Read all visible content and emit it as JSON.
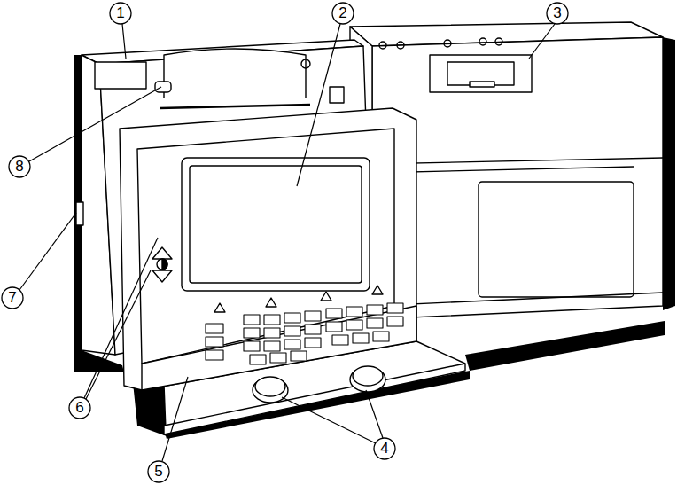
{
  "diagram": {
    "labels": [
      "1",
      "2",
      "3",
      "8",
      "7",
      "6",
      "4",
      "5"
    ]
  }
}
